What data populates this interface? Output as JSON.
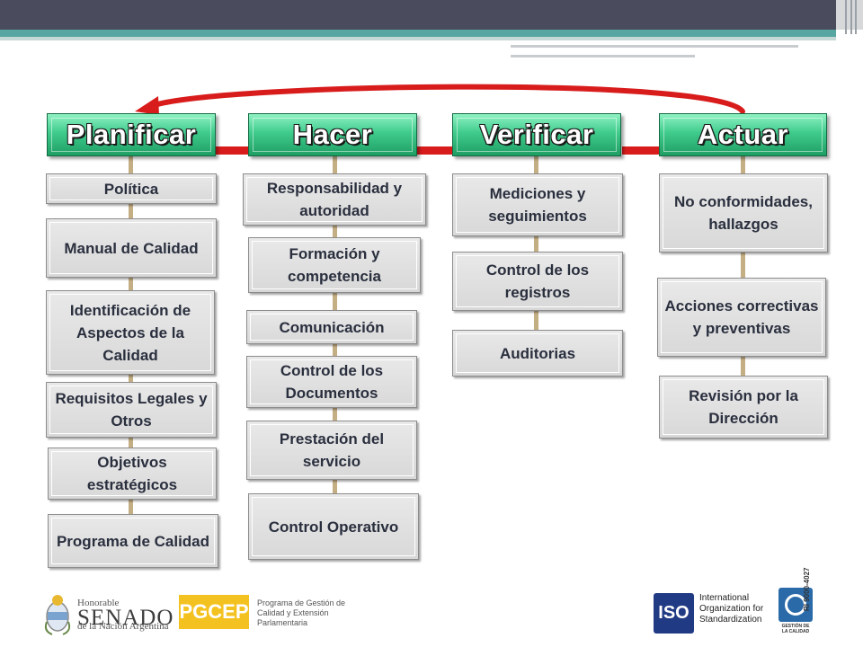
{
  "colors": {
    "phase_green": "#3fcb8c",
    "arrow_red": "#d81c1c",
    "rail_tan": "#c4ae84",
    "step_text": "#2a2f3e"
  },
  "phases": [
    {
      "label": "Planificar",
      "steps": [
        "Política",
        "Manual de Calidad",
        "Identificación de Aspectos de la Calidad",
        "Requisitos Legales y Otros",
        "Objetivos estratégicos",
        "Programa de Calidad"
      ]
    },
    {
      "label": "Hacer",
      "steps": [
        "Responsabilidad y autoridad",
        "Formación y competencia",
        "Comunicación",
        "Control de los Documentos",
        "Prestación del servicio",
        "Control Operativo"
      ]
    },
    {
      "label": "Verificar",
      "steps": [
        "Mediciones y seguimientos",
        "Control de los registros",
        "Auditorias"
      ]
    },
    {
      "label": "Actuar",
      "steps": [
        "No conformidades, hallazgos",
        "Acciones correctivas y preventivas",
        "Revisión por la Dirección"
      ]
    }
  ],
  "logos": {
    "senado": {
      "line1": "Honorable",
      "line2": "SENADO",
      "line3": "de la Nación Argentina",
      "icon": "coat-of-arms-icon"
    },
    "pgcep": {
      "mark": "PGCEP",
      "desc": "Programa de Gestión de Calidad y Extensión Parlamentaria"
    },
    "iso": {
      "mark": "ISO",
      "desc": "International Organization for Standardization"
    },
    "iram": {
      "sub": "GESTIÓN DE LA CALIDAD",
      "code": "RI 9000-4027",
      "icon": "iram-seal-icon"
    }
  }
}
